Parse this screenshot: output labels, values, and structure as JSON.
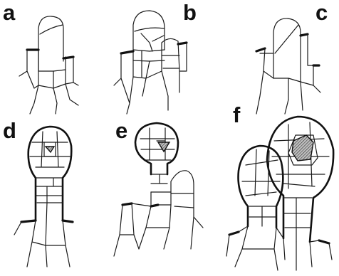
{
  "panels": [
    {
      "id": "a",
      "label": "a"
    },
    {
      "id": "b",
      "label": "b"
    },
    {
      "id": "c",
      "label": "c"
    },
    {
      "id": "d",
      "label": "d"
    },
    {
      "id": "e",
      "label": "e"
    },
    {
      "id": "f",
      "label": "f"
    }
  ],
  "colors": {
    "ink": "#111111",
    "background": "#ffffff"
  }
}
